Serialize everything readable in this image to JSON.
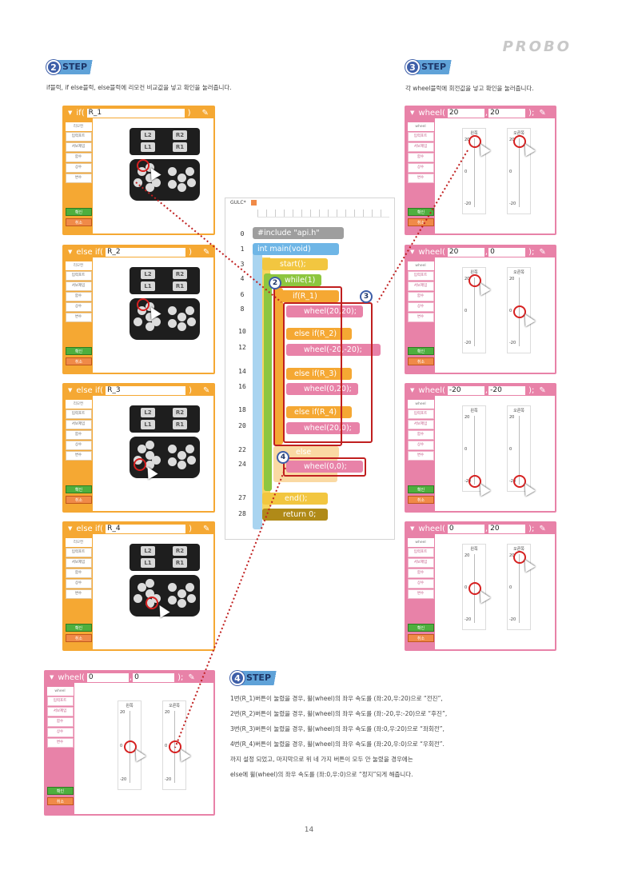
{
  "brand": "PROBO",
  "page_number": "14",
  "step2": {
    "num": "2",
    "word": "STEP",
    "desc": "if블럭, if else블럭, else블럭에 리모컨 비교값을 넣고 확인을 눌러줍니다."
  },
  "step3": {
    "num": "3",
    "word": "STEP",
    "desc": "각 wheel블럭에 회전값을 넣고 확인을 눌러줍니다."
  },
  "step4": {
    "num": "4",
    "word": "STEP",
    "lines": [
      "1번(R_1)버튼이 눌렸을 경우, 휠(wheel)의 좌우 속도를 (좌:20,우:20)으로 “전진”,",
      "2번(R_2)버튼이 눌렸을 경우, 휠(wheel)의 좌우 속도를 (좌:-20,우:-20)으로 “후진”,",
      "3번(R_3)버튼이 눌렸을 경우, 휠(wheel)의 좌우 속도를 (좌:0,우:20)으로 “좌회전”,",
      "4번(R_4)버튼이 눌렸을 경우, 휠(wheel)의 좌우 속도를 (좌:20,우:0)으로 “우회전”.",
      "까지 설정 되었고, 마지막으로 위 네 가지 버튼이 모두 안 눌렸을 경우에는",
      "else에 휠(wheel)의 좌우 속도를 (좌:0,우:0)으로 “정지”되게 해줍니다."
    ]
  },
  "menu": {
    "remote": "리모컨",
    "input_port": "입력포트",
    "servo": "서보제임",
    "function": "함수",
    "constant": "상수",
    "variable": "변수",
    "wheel_hdr": "wheel",
    "ok": "확인",
    "cancel": "취소"
  },
  "remote_labels": {
    "l2": "L2",
    "r2": "R2",
    "l1": "L1",
    "r1": "R1"
  },
  "if_panels": [
    {
      "keyword": "if(",
      "value": "R_1",
      "close": ")"
    },
    {
      "keyword": "else if(",
      "value": "R_2",
      "close": ")"
    },
    {
      "keyword": "else if(",
      "value": "R_3",
      "close": ")"
    },
    {
      "keyword": "else if(",
      "value": "R_4",
      "close": ")"
    }
  ],
  "wheel_panels": [
    {
      "keyword": "wheel(",
      "left": "20",
      "right": "20",
      "tail": ");",
      "left_label": "왼쪽",
      "right_label": "오른쪽",
      "left_level": 20,
      "right_level": 20
    },
    {
      "keyword": "wheel(",
      "left": "20",
      "right": "0",
      "tail": ");",
      "left_label": "왼쪽",
      "right_label": "오른쪽",
      "left_level": 20,
      "right_level": 0
    },
    {
      "keyword": "wheel(",
      "left": "-20",
      "right": "-20",
      "tail": ");",
      "left_label": "왼쪽",
      "right_label": "오른쪽",
      "left_level": -20,
      "right_level": -20
    },
    {
      "keyword": "wheel(",
      "left": "0",
      "right": "20",
      "tail": ");",
      "left_label": "왼쪽",
      "right_label": "오른쪽",
      "left_level": 0,
      "right_level": 20
    },
    {
      "keyword": "wheel(",
      "left": "0",
      "right": "0",
      "tail": ");",
      "left_label": "왼쪽",
      "right_label": "오른쪽",
      "left_level": 0,
      "right_level": 0
    }
  ],
  "slider_ticks": {
    "top": "20",
    "mid": "0",
    "bottom": "-20"
  },
  "editor": {
    "title": "GULC*",
    "line_numbers": [
      "0",
      "1",
      "3",
      "4",
      "6",
      "8",
      "10",
      "12",
      "14",
      "16",
      "18",
      "20",
      "22",
      "24",
      "27",
      "28"
    ],
    "code": {
      "include": "#include \"api.h\"",
      "main": "int main(void)",
      "start": "start();",
      "while": "while(1)",
      "if1": "if(R_1)",
      "w1": "wheel(20,20);",
      "if2": "else if(R_2)",
      "w2": "wheel(-20,-20);",
      "if3": "else if(R_3)",
      "w3": "wheel(0,20);",
      "if4": "else if(R_4)",
      "w4": "wheel(20,0);",
      "else": "else",
      "w5": "wheel(0,0);",
      "end": "end();",
      "ret": "return 0;"
    },
    "callouts": [
      "2",
      "3",
      "4"
    ]
  },
  "colors": {
    "orange": "#f5a833",
    "pink": "#e882a8",
    "green": "#8dc63f",
    "blue_light": "#a9d4f0",
    "yellow": "#f7d55e",
    "dark_olive": "#b08a18",
    "red": "#c01f1f",
    "step_blue": "#3d5ea8"
  }
}
